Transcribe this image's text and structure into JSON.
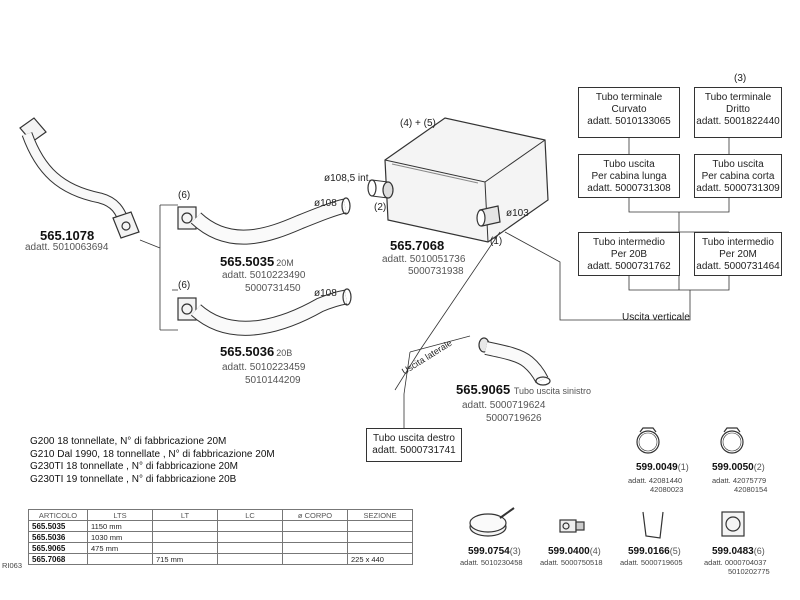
{
  "parts": {
    "p1078": {
      "code": "565.1078",
      "adatt": "adatt. 5010063694"
    },
    "p5035": {
      "code": "565.5035",
      "suffix": "20M",
      "adatt": "adatt. 5010223490",
      "line2": "5000731450",
      "marker": "(6)",
      "diam": "ø108"
    },
    "p5036": {
      "code": "565.5036",
      "suffix": "20B",
      "adatt": "adatt. 5010223459",
      "line2": "5010144209",
      "marker": "(6)",
      "diam": "ø108"
    },
    "p7068": {
      "code": "565.7068",
      "adatt": "adatt. 5010051736",
      "line2": "5000731938",
      "top_marker": "(4) + (5)",
      "inlet": "ø108,5  int.",
      "m2": "(2)",
      "m1": "(1)",
      "outlet": "ø103"
    },
    "p9065": {
      "code": "565.9065",
      "desc": "Tubo uscita sinistro",
      "adatt": "adatt. 5000719624",
      "line2": "5000719626"
    }
  },
  "boxes": {
    "curved": {
      "l1": "Tubo terminale",
      "l2": "Curvato",
      "l3": "adatt. 5010133065"
    },
    "straight_marker": "(3)",
    "straight": {
      "l1": "Tubo terminale",
      "l2": "Dritto",
      "l3": "adatt. 5001822440"
    },
    "long_cab": {
      "l1": "Tubo uscita",
      "l2": "Per cabina lunga",
      "l3": "adatt. 5000731308"
    },
    "short_cab": {
      "l1": "Tubo uscita",
      "l2": "Per cabina corta",
      "l3": "adatt. 5000731309"
    },
    "inter20b": {
      "l1": "Tubo intermedio",
      "l2": "Per 20B",
      "l3": "adatt. 5000731762"
    },
    "inter20m": {
      "l1": "Tubo intermedio",
      "l2": "Per 20M",
      "l3": "adatt. 5000731464"
    },
    "vertical_exit": "Uscita verticale",
    "lateral_exit": "Uscita laterale",
    "right_exit": {
      "l1": "Tubo uscita destro",
      "l2": "adatt. 5000731741"
    }
  },
  "info": [
    "G200 18 tonnellate, N° di fabbricazione 20M",
    "G210 Dal 1990, 18 tonnellate , N° di fabbricazione 20M",
    "G230TI  18 tonnellate , N° di fabbricazione 20M",
    "G230TI  19 tonnellate , N° di fabbricazione 20B"
  ],
  "table": {
    "headers": [
      "ARTICOLO",
      "LTS",
      "LT",
      "LC",
      "ø CORPO",
      "SEZIONE"
    ],
    "rows": [
      [
        "565.5035",
        "1150 mm",
        "",
        "",
        "",
        ""
      ],
      [
        "565.5036",
        "1030 mm",
        "",
        "",
        "",
        ""
      ],
      [
        "565.9065",
        "475 mm",
        "",
        "",
        "",
        ""
      ],
      [
        "565.7068",
        "",
        "715 mm",
        "",
        "",
        "225 x 440"
      ]
    ],
    "side_label": "RI063"
  },
  "small_parts": [
    {
      "code": "599.0049",
      "n": "(1)",
      "r1": "adatt. 42081440",
      "r2": "42080023"
    },
    {
      "code": "599.0050",
      "n": "(2)",
      "r1": "adatt. 42075779",
      "r2": "42080154"
    },
    {
      "code": "599.0754",
      "n": "(3)",
      "r1": "adatt. 5010230458",
      "r2": ""
    },
    {
      "code": "599.0400",
      "n": "(4)",
      "r1": "adatt. 5000750518",
      "r2": ""
    },
    {
      "code": "599.0166",
      "n": "(5)",
      "r1": "adatt. 5000719605",
      "r2": ""
    },
    {
      "code": "599.0483",
      "n": "(6)",
      "r1": "adatt. 0000704037",
      "r2": "5010202775"
    }
  ]
}
